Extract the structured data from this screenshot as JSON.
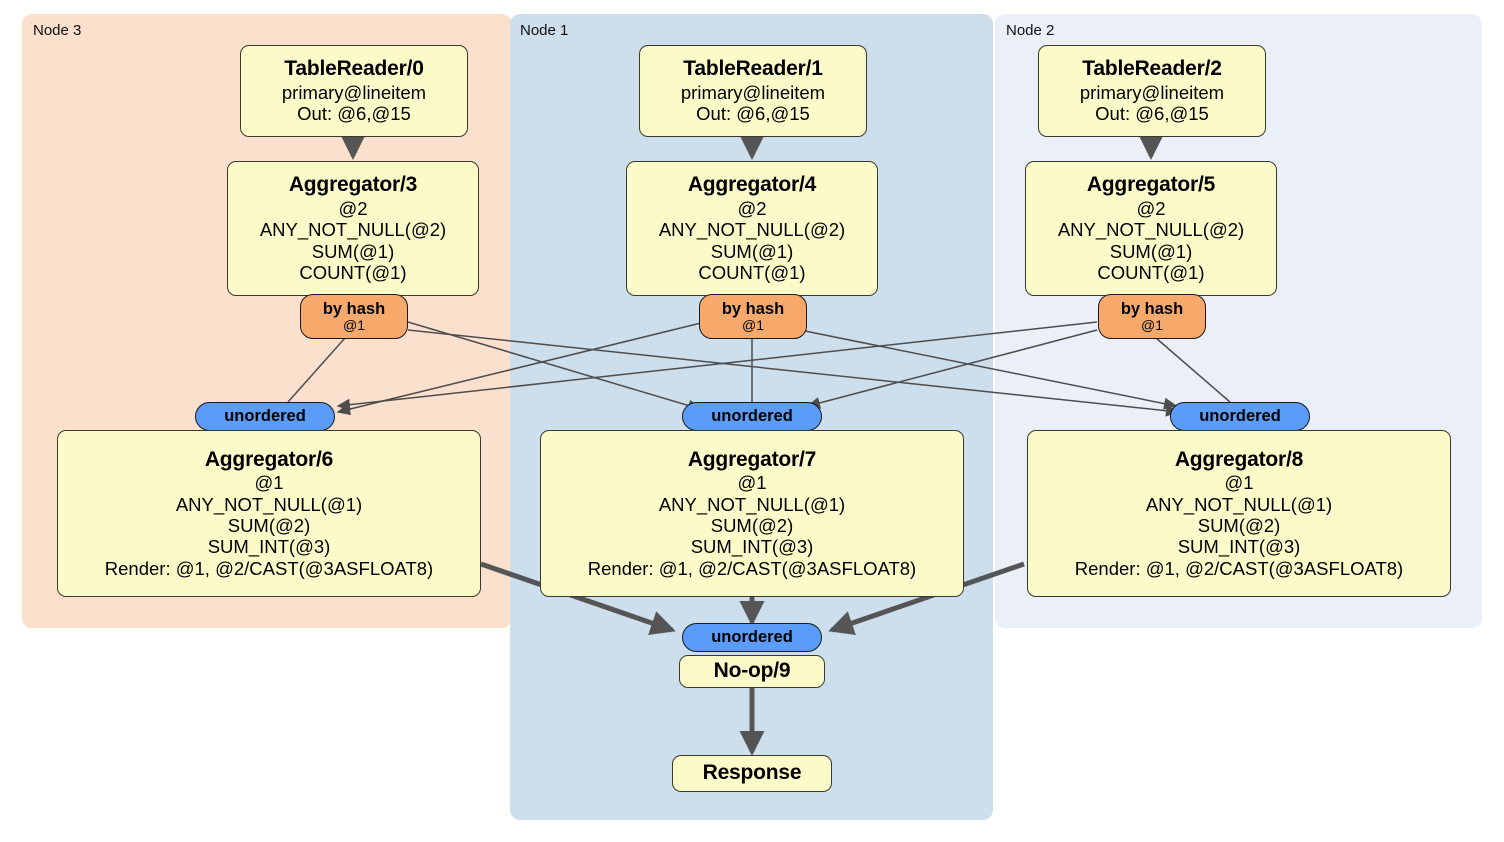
{
  "diagram": {
    "type": "distributed-query-plan",
    "colors": {
      "node3_panel": "#fbe0cd",
      "node1_panel": "#cddeec",
      "node2_panel": "#eaeff8",
      "box_fill": "#fbfbc9",
      "box_border": "#3a3a2a",
      "router_hash": "#f6a96b",
      "router_unordered": "#5b9cf8",
      "edge_thin": "#4d4d4d",
      "edge_thick": "#555555"
    },
    "panels": [
      {
        "id": "node3",
        "label": "Node 3"
      },
      {
        "id": "node1",
        "label": "Node 1"
      },
      {
        "id": "node2",
        "label": "Node 2"
      }
    ],
    "nodes": [
      {
        "id": "tr0",
        "title": "TableReader/0",
        "lines": [
          "primary@lineitem",
          "Out: @6,@15"
        ]
      },
      {
        "id": "tr1",
        "title": "TableReader/1",
        "lines": [
          "primary@lineitem",
          "Out: @6,@15"
        ]
      },
      {
        "id": "tr2",
        "title": "TableReader/2",
        "lines": [
          "primary@lineitem",
          "Out: @6,@15"
        ]
      },
      {
        "id": "agg3",
        "title": "Aggregator/3",
        "lines": [
          "@2",
          "ANY_NOT_NULL(@2)",
          "SUM(@1)",
          "COUNT(@1)"
        ]
      },
      {
        "id": "agg4",
        "title": "Aggregator/4",
        "lines": [
          "@2",
          "ANY_NOT_NULL(@2)",
          "SUM(@1)",
          "COUNT(@1)"
        ]
      },
      {
        "id": "agg5",
        "title": "Aggregator/5",
        "lines": [
          "@2",
          "ANY_NOT_NULL(@2)",
          "SUM(@1)",
          "COUNT(@1)"
        ]
      },
      {
        "id": "agg6",
        "title": "Aggregator/6",
        "lines": [
          "@1",
          "ANY_NOT_NULL(@1)",
          "SUM(@2)",
          "SUM_INT(@3)",
          "Render: @1, @2/CAST(@3ASFLOAT8)"
        ]
      },
      {
        "id": "agg7",
        "title": "Aggregator/7",
        "lines": [
          "@1",
          "ANY_NOT_NULL(@1)",
          "SUM(@2)",
          "SUM_INT(@3)",
          "Render: @1, @2/CAST(@3ASFLOAT8)"
        ]
      },
      {
        "id": "agg8",
        "title": "Aggregator/8",
        "lines": [
          "@1",
          "ANY_NOT_NULL(@1)",
          "SUM(@2)",
          "SUM_INT(@3)",
          "Render: @1, @2/CAST(@3ASFLOAT8)"
        ]
      },
      {
        "id": "noop9",
        "title": "No-op/9",
        "lines": []
      },
      {
        "id": "response",
        "title": "Response",
        "lines": []
      }
    ],
    "routers": [
      {
        "id": "hash_left",
        "kind": "by hash",
        "label": "by hash",
        "detail": "@1"
      },
      {
        "id": "hash_mid",
        "kind": "by hash",
        "label": "by hash",
        "detail": "@1"
      },
      {
        "id": "hash_right",
        "kind": "by hash",
        "label": "by hash",
        "detail": "@1"
      },
      {
        "id": "unord_left",
        "kind": "unordered",
        "label": "unordered",
        "detail": ""
      },
      {
        "id": "unord_mid",
        "kind": "unordered",
        "label": "unordered",
        "detail": ""
      },
      {
        "id": "unord_right",
        "kind": "unordered",
        "label": "unordered",
        "detail": ""
      },
      {
        "id": "unord_final",
        "kind": "unordered",
        "label": "unordered",
        "detail": ""
      }
    ]
  }
}
